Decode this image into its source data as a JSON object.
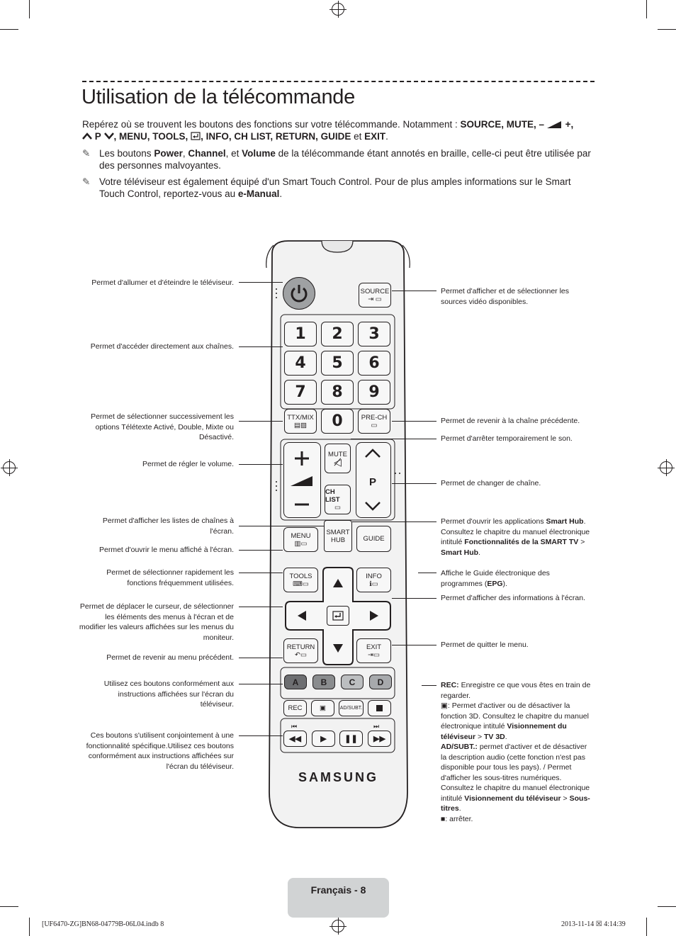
{
  "title": "Utilisation de la télécommande",
  "intro": {
    "part1": "Repérez où se trouvent les boutons des fonctions sur votre télécommande. Notamment : ",
    "buttons1": "SOURCE, MUTE, –",
    "plus": "+,",
    "p_label": "P",
    "buttons2": ", MENU, TOOLS,",
    "buttons3": ", INFO, CH LIST, RETURN, GUIDE",
    "et": "et",
    "exit": "EXIT",
    "end": "."
  },
  "notes": [
    {
      "pre": "Les boutons ",
      "b1": "Power",
      "s1": ", ",
      "b2": "Channel",
      "s2": ", et ",
      "b3": "Volume",
      "post": " de la télécommande étant annotés en braille, celle-ci peut être utilisée par des personnes malvoyantes."
    },
    {
      "pre": "Votre téléviseur est également équipé d'un Smart Touch Control. Pour de plus amples informations sur le Smart Touch Control, reportez-vous au ",
      "b1": "e-Manual",
      "post": "."
    }
  ],
  "remote": {
    "source": "SOURCE",
    "digits": [
      "1",
      "2",
      "3",
      "4",
      "5",
      "6",
      "7",
      "8",
      "9",
      "0"
    ],
    "ttx": "TTX/MIX",
    "prech": "PRE-CH",
    "mute": "MUTE",
    "chlist": "CH LIST",
    "p": "P",
    "menu": "MENU",
    "smart": "SMART",
    "hub": "HUB",
    "guide": "GUIDE",
    "tools": "TOOLS",
    "info": "INFO",
    "return": "RETURN",
    "exit": "EXIT",
    "colors": [
      {
        "label": "A",
        "color": "#e05a55"
      },
      {
        "label": "B",
        "color": "#9ec55d"
      },
      {
        "label": "C",
        "color": "#f6d34a"
      },
      {
        "label": "D",
        "color": "#3f86c8"
      }
    ],
    "rec": "REC",
    "adsubt": "AD/SUBT.",
    "brand": "SAMSUNG"
  },
  "left_labels": [
    "Permet d'allumer et d'éteindre le téléviseur.",
    "Permet d'accéder directement aux chaînes.",
    "Permet de sélectionner successivement les options Télétexte Activé, Double, Mixte ou Désactivé.",
    "Permet de régler le volume.",
    "Permet d'afficher les listes de chaînes à l'écran.",
    "Permet d'ouvrir le menu affiché à l'écran.",
    "Permet de sélectionner rapidement les fonctions fréquemment utilisées.",
    "Permet de déplacer le curseur, de sélectionner les éléments des menus à l'écran et de modifier les valeurs affichées sur les menus du moniteur.",
    "Permet de revenir au menu précédent.",
    "Utilisez ces boutons conformément aux instructions affichées sur l'écran du téléviseur.",
    "Ces boutons s'utilisent conjointement à une fonctionnalité spécifique.Utilisez ces boutons conformément aux instructions affichées sur l'écran du téléviseur."
  ],
  "right_labels": {
    "source": "Permet d'afficher et de sélectionner les sources vidéo disponibles.",
    "prech": "Permet de revenir à la chaîne précédente.",
    "mute": "Permet d'arrêter temporairement le son.",
    "channel": "Permet de changer de chaîne.",
    "smart_pre": "Permet d'ouvrir les applications ",
    "smart_b1": "Smart Hub",
    "smart_mid": ". Consultez le chapitre du manuel électronique intitulé ",
    "smart_b2": "Fonctionnalités de la SMART TV",
    "smart_gt": " > ",
    "smart_b3": "Smart Hub",
    "smart_end": ".",
    "guide_pre": "Affiche le Guide électronique des programmes (",
    "guide_b": "EPG",
    "guide_end": ").",
    "info": "Permet d'afficher des informations à l'écran.",
    "exit": "Permet de quitter le menu.",
    "rec_b": "REC:",
    "rec_txt": " Enregistre ce que vous êtes en train de regarder.",
    "td_txt": ": Permet d'activer ou de désactiver la fonction 3D. Consultez le chapitre du manuel électronique intitulé ",
    "td_b1": "Visionnement du téléviseur",
    "td_gt": " > ",
    "td_b2": "TV 3D",
    "td_end": ".",
    "ad_b": "AD/SUBT.:",
    "ad_txt": " permet d'activer et de désactiver la description audio (cette fonction n'est pas disponible pour tous les pays). / Permet d'afficher les sous-titres numériques. Consultez le chapitre du manuel électronique intitulé ",
    "ad_b1": "Visionnement du téléviseur",
    "ad_gt": " > ",
    "ad_b2": "Sous-titres",
    "ad_end": ".",
    "stop_txt": ": arrêter."
  },
  "footer": {
    "page": "Français - 8",
    "file": "[UF6470-ZG]BN68-04779B-06L04.indb   8",
    "date": "2013-11-14   ☒ 4:14:39"
  }
}
